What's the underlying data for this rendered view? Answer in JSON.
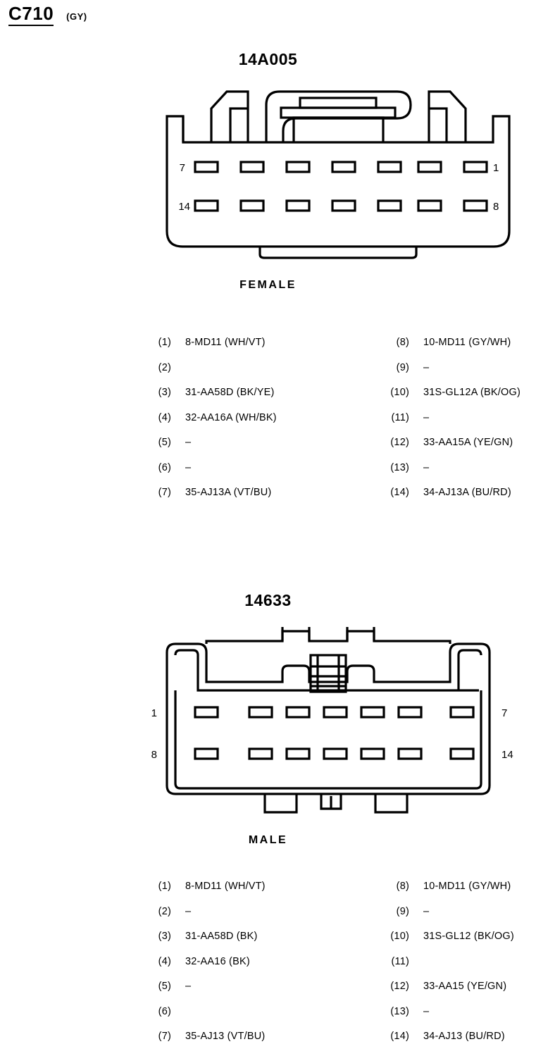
{
  "header": {
    "connector_code": "C710",
    "color_code": "(GY)"
  },
  "connectors": [
    {
      "part_number": "14A005",
      "gender_caption": "FEMALE",
      "pin_labels": {
        "top_left": "7",
        "top_right": "1",
        "bottom_left": "14",
        "bottom_right": "8"
      },
      "cavity_count_per_row": 7,
      "pins_left": [
        {
          "number": "(1)",
          "circuit": "8-MD11 (WH/VT)"
        },
        {
          "number": "(2)",
          "circuit": ""
        },
        {
          "number": "(3)",
          "circuit": "31-AA58D (BK/YE)"
        },
        {
          "number": "(4)",
          "circuit": "32-AA16A (WH/BK)"
        },
        {
          "number": "(5)",
          "circuit": "–"
        },
        {
          "number": "(6)",
          "circuit": "–"
        },
        {
          "number": "(7)",
          "circuit": "35-AJ13A (VT/BU)"
        }
      ],
      "pins_right": [
        {
          "number": "(8)",
          "circuit": "10-MD11 (GY/WH)"
        },
        {
          "number": "(9)",
          "circuit": "–"
        },
        {
          "number": "(10)",
          "circuit": "31S-GL12A (BK/OG)"
        },
        {
          "number": "(11)",
          "circuit": "–"
        },
        {
          "number": "(12)",
          "circuit": "33-AA15A (YE/GN)"
        },
        {
          "number": "(13)",
          "circuit": "–"
        },
        {
          "number": "(14)",
          "circuit": "34-AJ13A (BU/RD)"
        }
      ]
    },
    {
      "part_number": "14633",
      "gender_caption": "MALE",
      "pin_labels": {
        "top_left": "1",
        "top_right": "7",
        "bottom_left": "8",
        "bottom_right": "14"
      },
      "cavity_count_per_row": 7,
      "pins_left": [
        {
          "number": "(1)",
          "circuit": "8-MD11 (WH/VT)"
        },
        {
          "number": "(2)",
          "circuit": "–"
        },
        {
          "number": "(3)",
          "circuit": "31-AA58D (BK)"
        },
        {
          "number": "(4)",
          "circuit": "32-AA16 (BK)"
        },
        {
          "number": "(5)",
          "circuit": "–"
        },
        {
          "number": "(6)",
          "circuit": ""
        },
        {
          "number": "(7)",
          "circuit": "35-AJ13 (VT/BU)"
        }
      ],
      "pins_right": [
        {
          "number": "(8)",
          "circuit": "10-MD11 (GY/WH)"
        },
        {
          "number": "(9)",
          "circuit": "–"
        },
        {
          "number": "(10)",
          "circuit": "31S-GL12 (BK/OG)"
        },
        {
          "number": "(11)",
          "circuit": ""
        },
        {
          "number": "(12)",
          "circuit": "33-AA15 (YE/GN)"
        },
        {
          "number": "(13)",
          "circuit": "–"
        },
        {
          "number": "(14)",
          "circuit": "34-AJ13 (BU/RD)"
        }
      ]
    }
  ],
  "colors": {
    "line": "#000000",
    "background": "#ffffff"
  }
}
